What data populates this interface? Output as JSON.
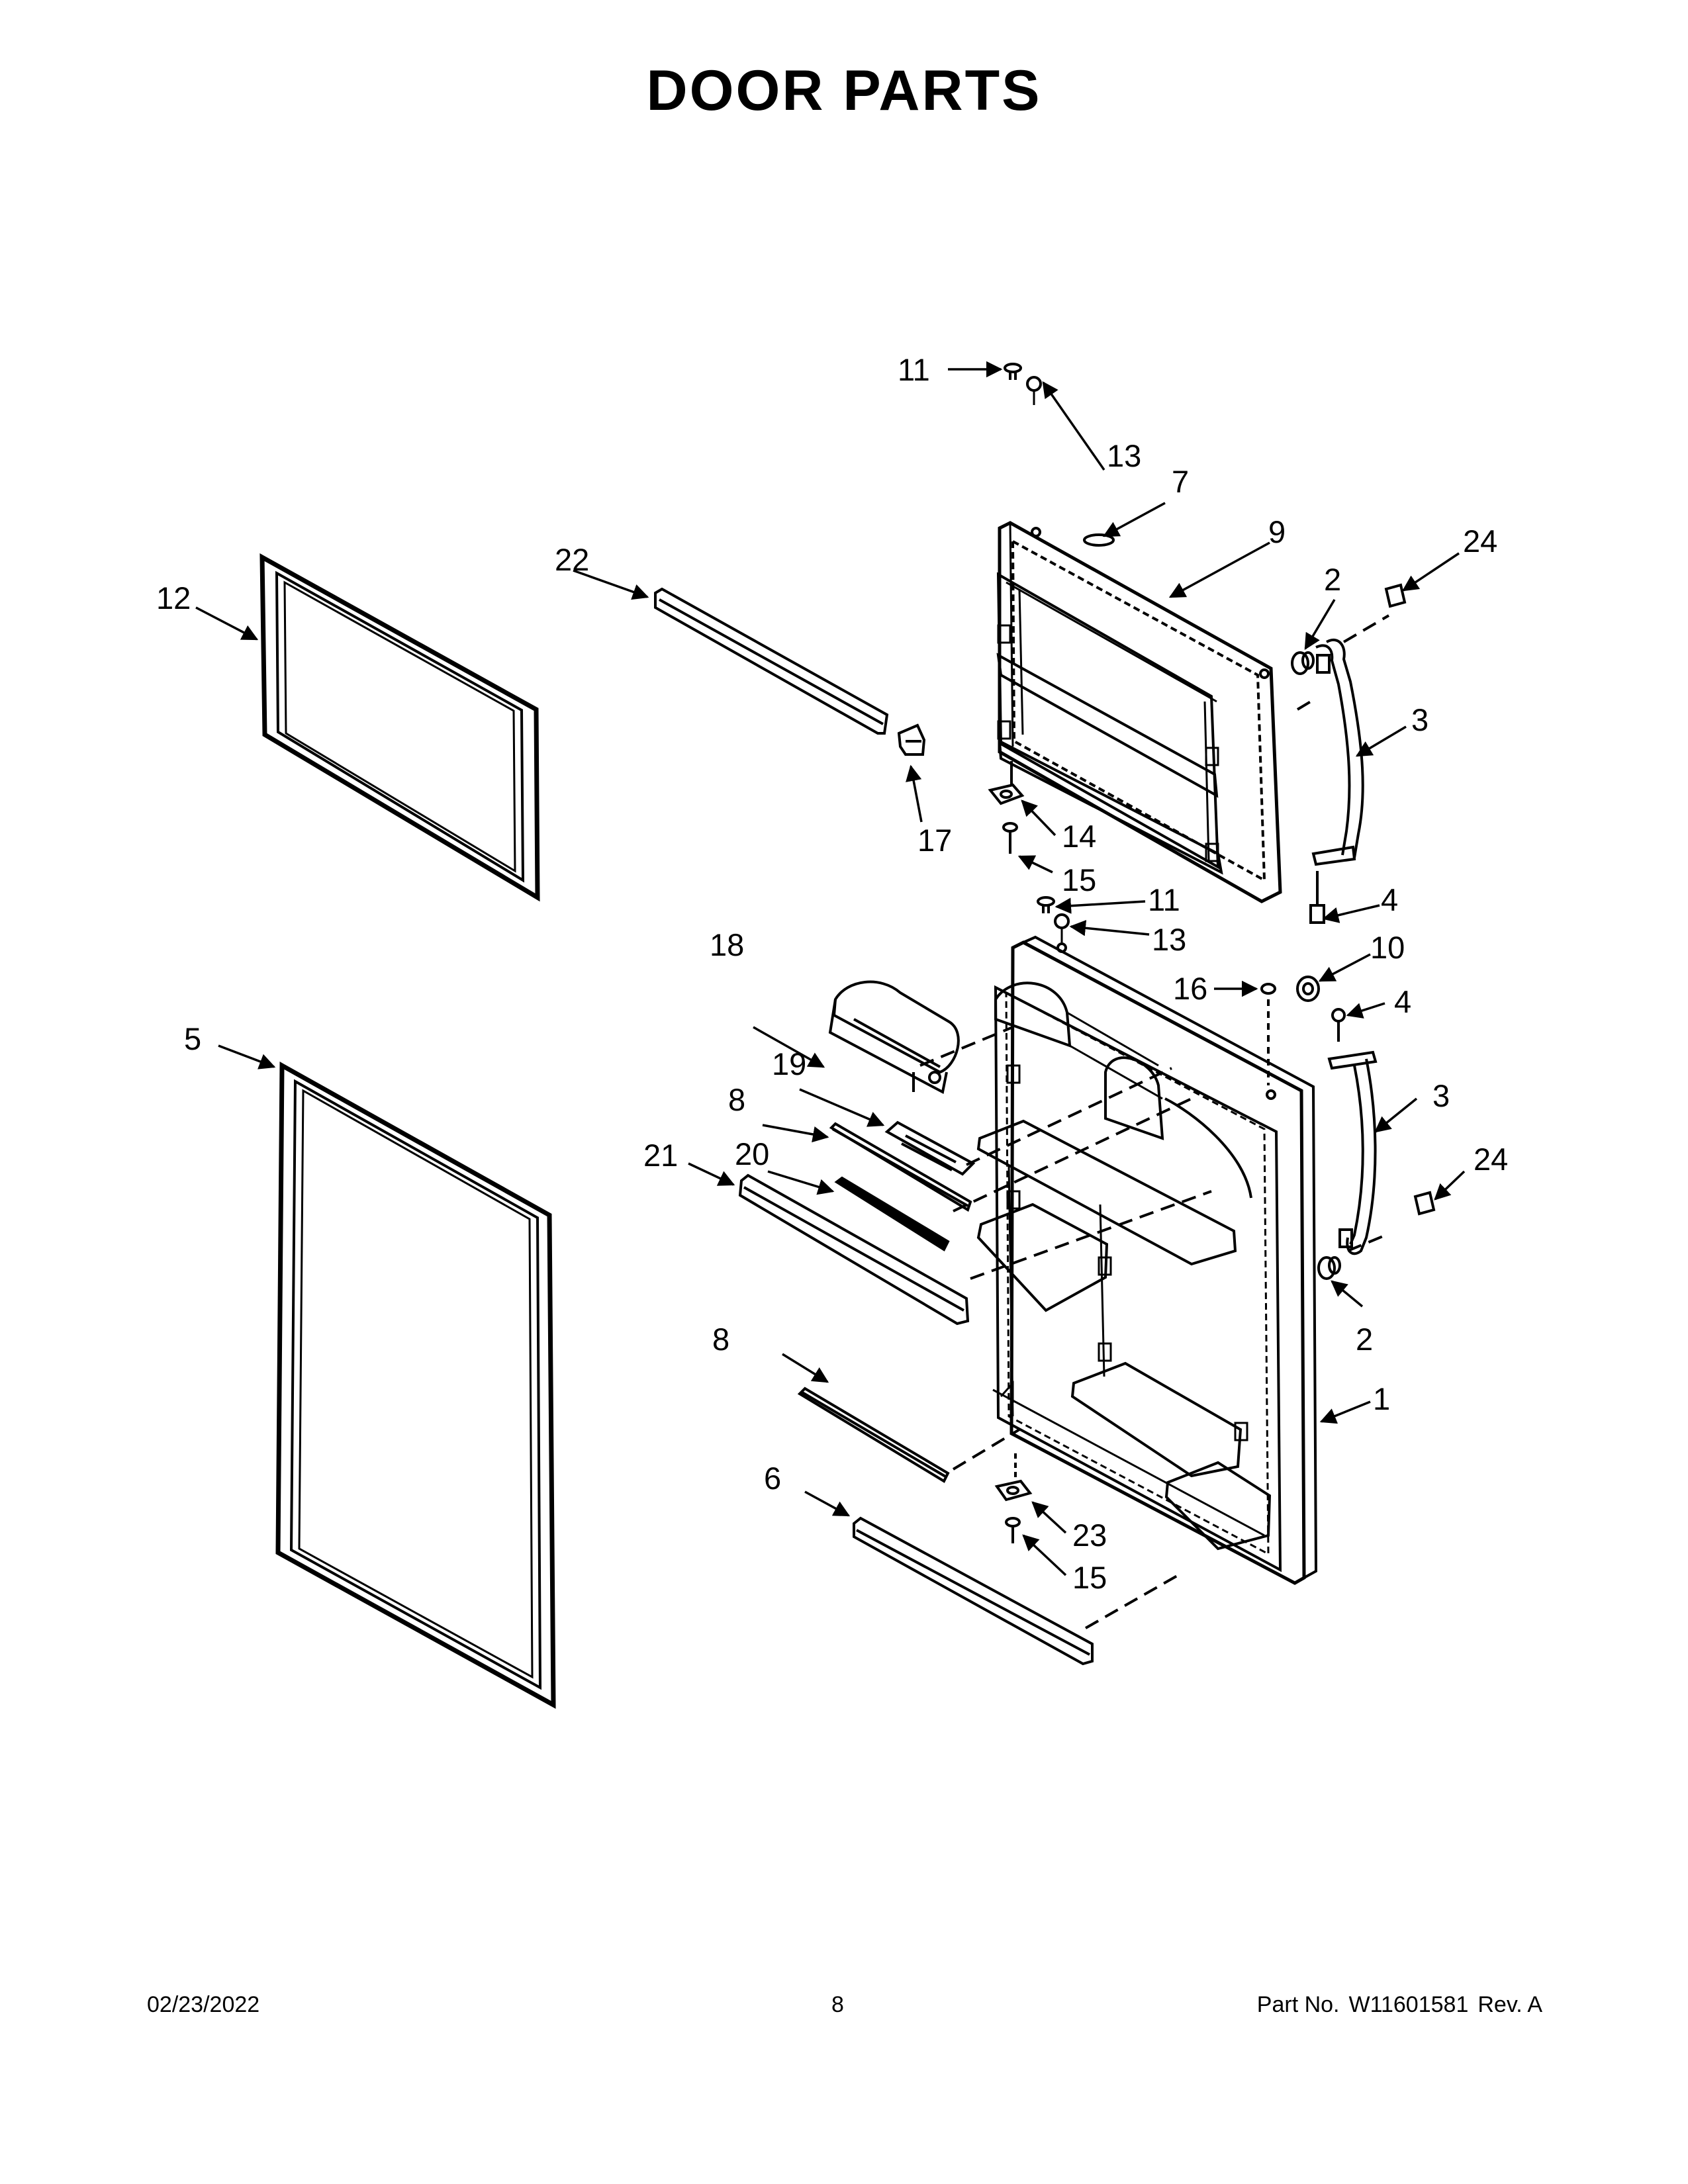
{
  "header": {
    "title": "DOOR PARTS"
  },
  "callouts": {
    "c1": "1",
    "c2a": "2",
    "c2b": "2",
    "c3a": "3",
    "c3b": "3",
    "c4a": "4",
    "c4b": "4",
    "c5": "5",
    "c6": "6",
    "c7": "7",
    "c8a": "8",
    "c8b": "8",
    "c9": "9",
    "c10": "10",
    "c11a": "11",
    "c11b": "11",
    "c12": "12",
    "c13a": "13",
    "c13b": "13",
    "c14": "14",
    "c15a": "15",
    "c15b": "15",
    "c16": "16",
    "c17": "17",
    "c18": "18",
    "c19": "19",
    "c20": "20",
    "c21": "21",
    "c22": "22",
    "c23": "23",
    "c24a": "24",
    "c24b": "24"
  },
  "footer": {
    "date": "02/23/2022",
    "page": "8",
    "part_label": "Part No.",
    "part_number": "W11601581",
    "revision": "Rev.  A"
  }
}
